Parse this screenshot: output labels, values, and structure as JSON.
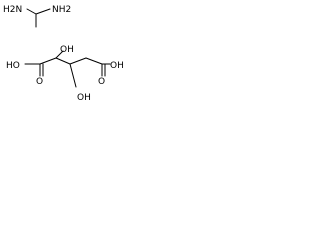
{
  "diagram": {
    "type": "chemical-structure",
    "colors": {
      "stroke": "#000000",
      "background": "#ffffff"
    },
    "molecules": [
      {
        "labels": {
          "left_amine": "H2N",
          "right_amine": "NH2"
        }
      },
      {
        "labels": {
          "oh_top_left": "OH",
          "ho_left": "HO",
          "oh_right": "OH",
          "o_left": "O",
          "o_right": "O",
          "oh_bottom": "OH"
        }
      }
    ]
  }
}
